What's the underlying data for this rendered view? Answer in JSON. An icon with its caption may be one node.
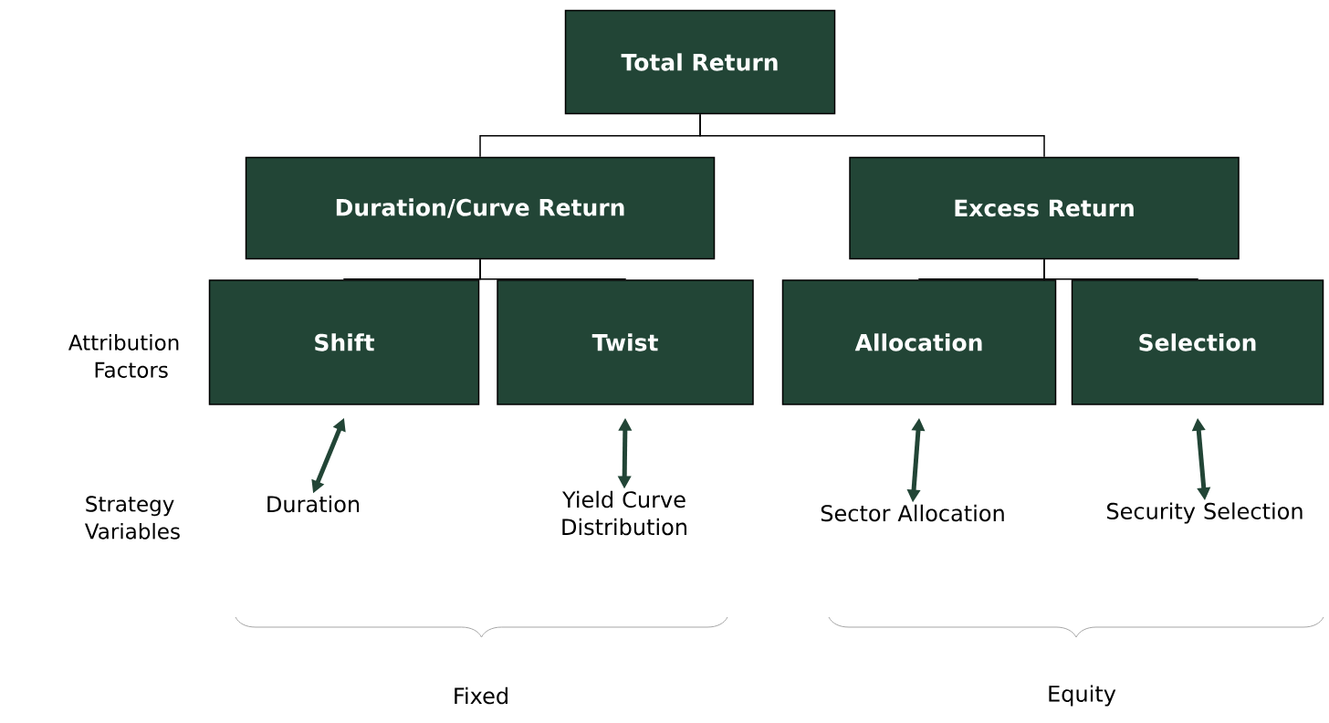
{
  "diagram": {
    "nodes": [
      {
        "text": [
          "Total Return"
        ]
      },
      {
        "text": [
          "Duration/Curve Return"
        ]
      },
      {
        "text": [
          "Excess Return"
        ]
      },
      {
        "text": [
          "Shift"
        ]
      },
      {
        "text": [
          "Twist"
        ]
      },
      {
        "text": [
          "Allocation"
        ]
      },
      {
        "text": [
          "Selection"
        ]
      },
      {
        "text": [
          "Duration"
        ]
      },
      {
        "text": [
          "Yield Curve Distribution"
        ]
      },
      {
        "text": [
          "Sector Allocation"
        ]
      },
      {
        "text": [
          "Security Selection"
        ]
      }
    ],
    "edges": [
      {
        "from": 0,
        "to": 1,
        "arrow": "none"
      },
      {
        "from": 0,
        "to": 2,
        "arrow": "none"
      },
      {
        "from": 1,
        "to": 3,
        "arrow": "none"
      },
      {
        "from": 1,
        "to": 4,
        "arrow": "none"
      },
      {
        "from": 2,
        "to": 5,
        "arrow": "none"
      },
      {
        "from": 2,
        "to": 6,
        "arrow": "none"
      },
      {
        "from": 3,
        "to": 7,
        "arrow": "both",
        "style": "thick"
      },
      {
        "from": 4,
        "to": 8,
        "arrow": "both",
        "style": "thick"
      },
      {
        "from": 5,
        "to": 9,
        "arrow": "both",
        "style": "thick"
      },
      {
        "from": 6,
        "to": 10,
        "arrow": "both",
        "style": "thick"
      }
    ],
    "labels": [
      "Attribution Factors",
      "Strategy Variables",
      "Fixed",
      "Equity"
    ]
  }
}
